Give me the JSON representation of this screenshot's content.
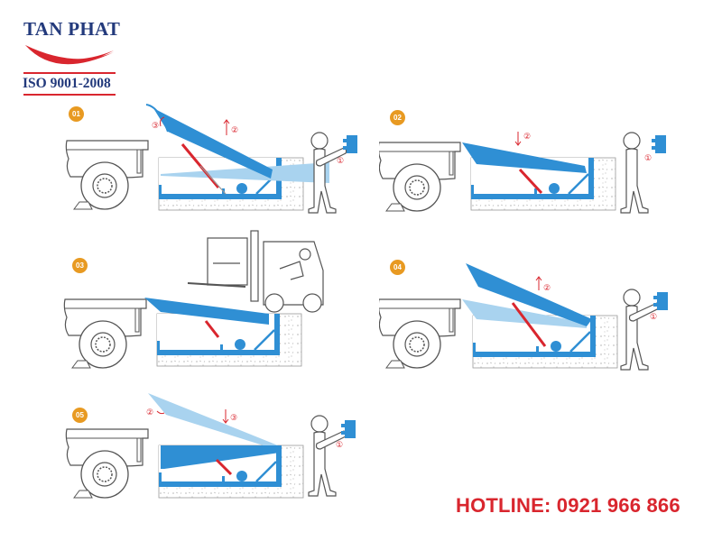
{
  "logo": {
    "company": "TAN PHAT",
    "certification": "ISO 9001-2008",
    "colors": {
      "text": "#233a7c",
      "swoosh": "#d9262e"
    }
  },
  "steps": [
    {
      "number": "01",
      "annotations": [
        "①",
        "②",
        "③"
      ]
    },
    {
      "number": "02",
      "annotations": [
        "①",
        "②"
      ]
    },
    {
      "number": "03",
      "annotations": []
    },
    {
      "number": "04",
      "annotations": [
        "①",
        "②"
      ]
    },
    {
      "number": "05",
      "annotations": [
        "①",
        "②",
        "③"
      ]
    }
  ],
  "hotline": {
    "label": "HOTLINE:",
    "number": "0921 966 866",
    "text": "HOTLINE:  0921 966 866"
  },
  "colors": {
    "leveler": "#2f8fd4",
    "leveler_light": "#a9d3ef",
    "badge": "#e89a22",
    "accent_red": "#d9262e",
    "outline": "#555555"
  }
}
